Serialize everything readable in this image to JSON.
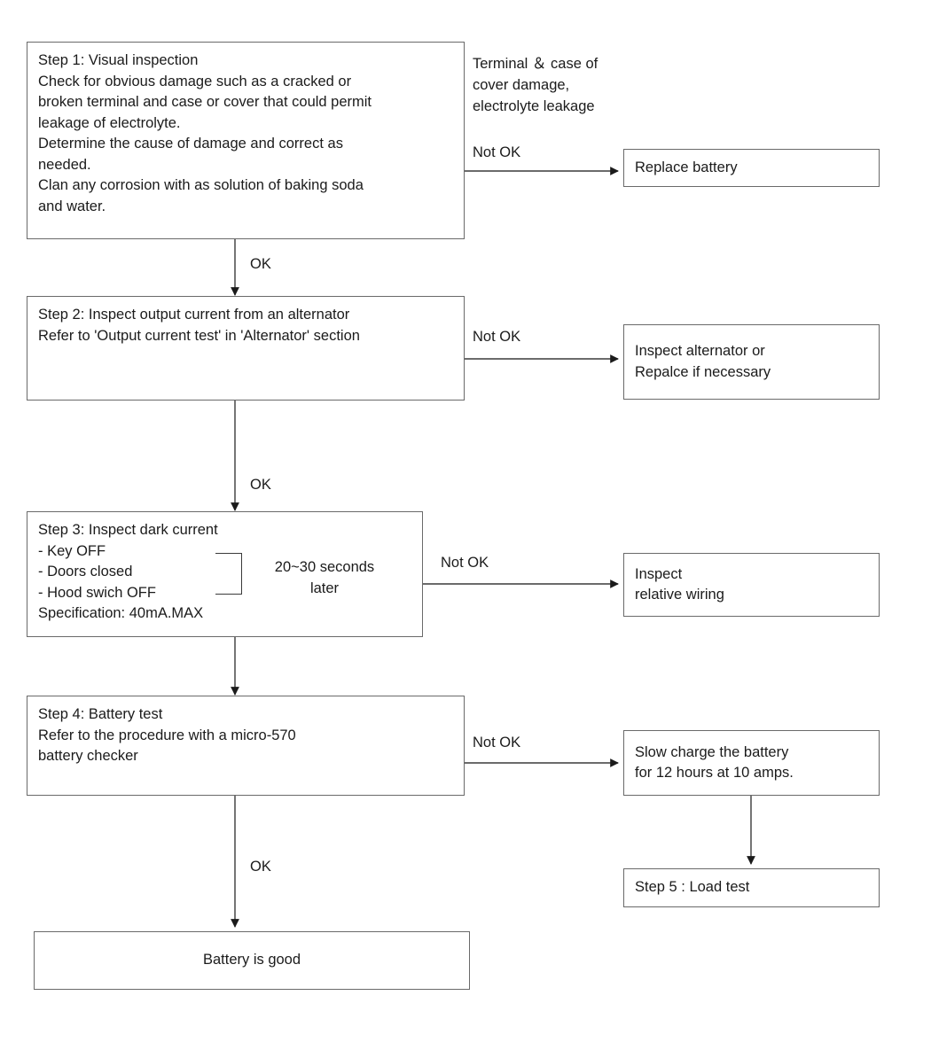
{
  "diagram": {
    "title": "Battery diagnostic flowchart",
    "line_color": "#6a6a6a",
    "arrow_color": "#1b1b1b",
    "text_color": "#1b1b1b"
  },
  "nodes": {
    "step1": "Step 1: Visual inspection\nCheck for obvious damage such as a cracked or\nbroken terminal and case or cover that could permit\nleakage of electrolyte.\nDetermine the cause of damage and correct as\nneeded.\nClan any corrosion with as solution of baking soda\nand water.",
    "step2": "Step 2: Inspect output current from an alternator\nRefer to 'Output current test' in 'Alternator' section",
    "step3": "Step 3: Inspect dark current\n - Key OFF\n - Doors closed\n - Hood swich OFF\n   Specification: 40mA.MAX",
    "step3_timer": "20~30 seconds\nlater",
    "step4": "Step 4: Battery test\nRefer to the procedure with a micro-570\nbattery checker",
    "replace_battery": "Replace battery",
    "inspect_alternator": "Inspect alternator or\nRepalce if necessary",
    "inspect_wiring": "Inspect\nrelative wiring",
    "slow_charge": "Slow charge the battery\nfor 12 hours at 10 amps.",
    "step5": "Step 5 : Load test",
    "battery_good": "Battery is good"
  },
  "notes": {
    "damage_note": "Terminal ＆ case of\ncover damage,\nelectrolyte leakage"
  },
  "edge_labels": {
    "not_ok_1": "Not OK",
    "ok_1": "OK",
    "not_ok_2": "Not OK",
    "ok_2": "OK",
    "not_ok_3": "Not OK",
    "not_ok_4": "Not OK",
    "ok_3": "OK"
  },
  "flow": {
    "type": "flowchart",
    "orientation": "top-down",
    "steps": [
      {
        "id": "step1",
        "label": "Step 1: Visual inspection",
        "ok_to": "step2",
        "not_ok_to": "replace_battery"
      },
      {
        "id": "step2",
        "label": "Step 2: Inspect output current from an alternator",
        "ok_to": "step3",
        "not_ok_to": "inspect_alternator"
      },
      {
        "id": "step3",
        "label": "Step 3: Inspect dark current",
        "ok_to": "step4",
        "not_ok_to": "inspect_wiring"
      },
      {
        "id": "step4",
        "label": "Step 4: Battery test",
        "ok_to": "battery_good",
        "not_ok_to": "slow_charge"
      },
      {
        "id": "slow_charge",
        "label": "Slow charge the battery for 12 hours at 10 amps.",
        "next": "step5"
      }
    ]
  }
}
